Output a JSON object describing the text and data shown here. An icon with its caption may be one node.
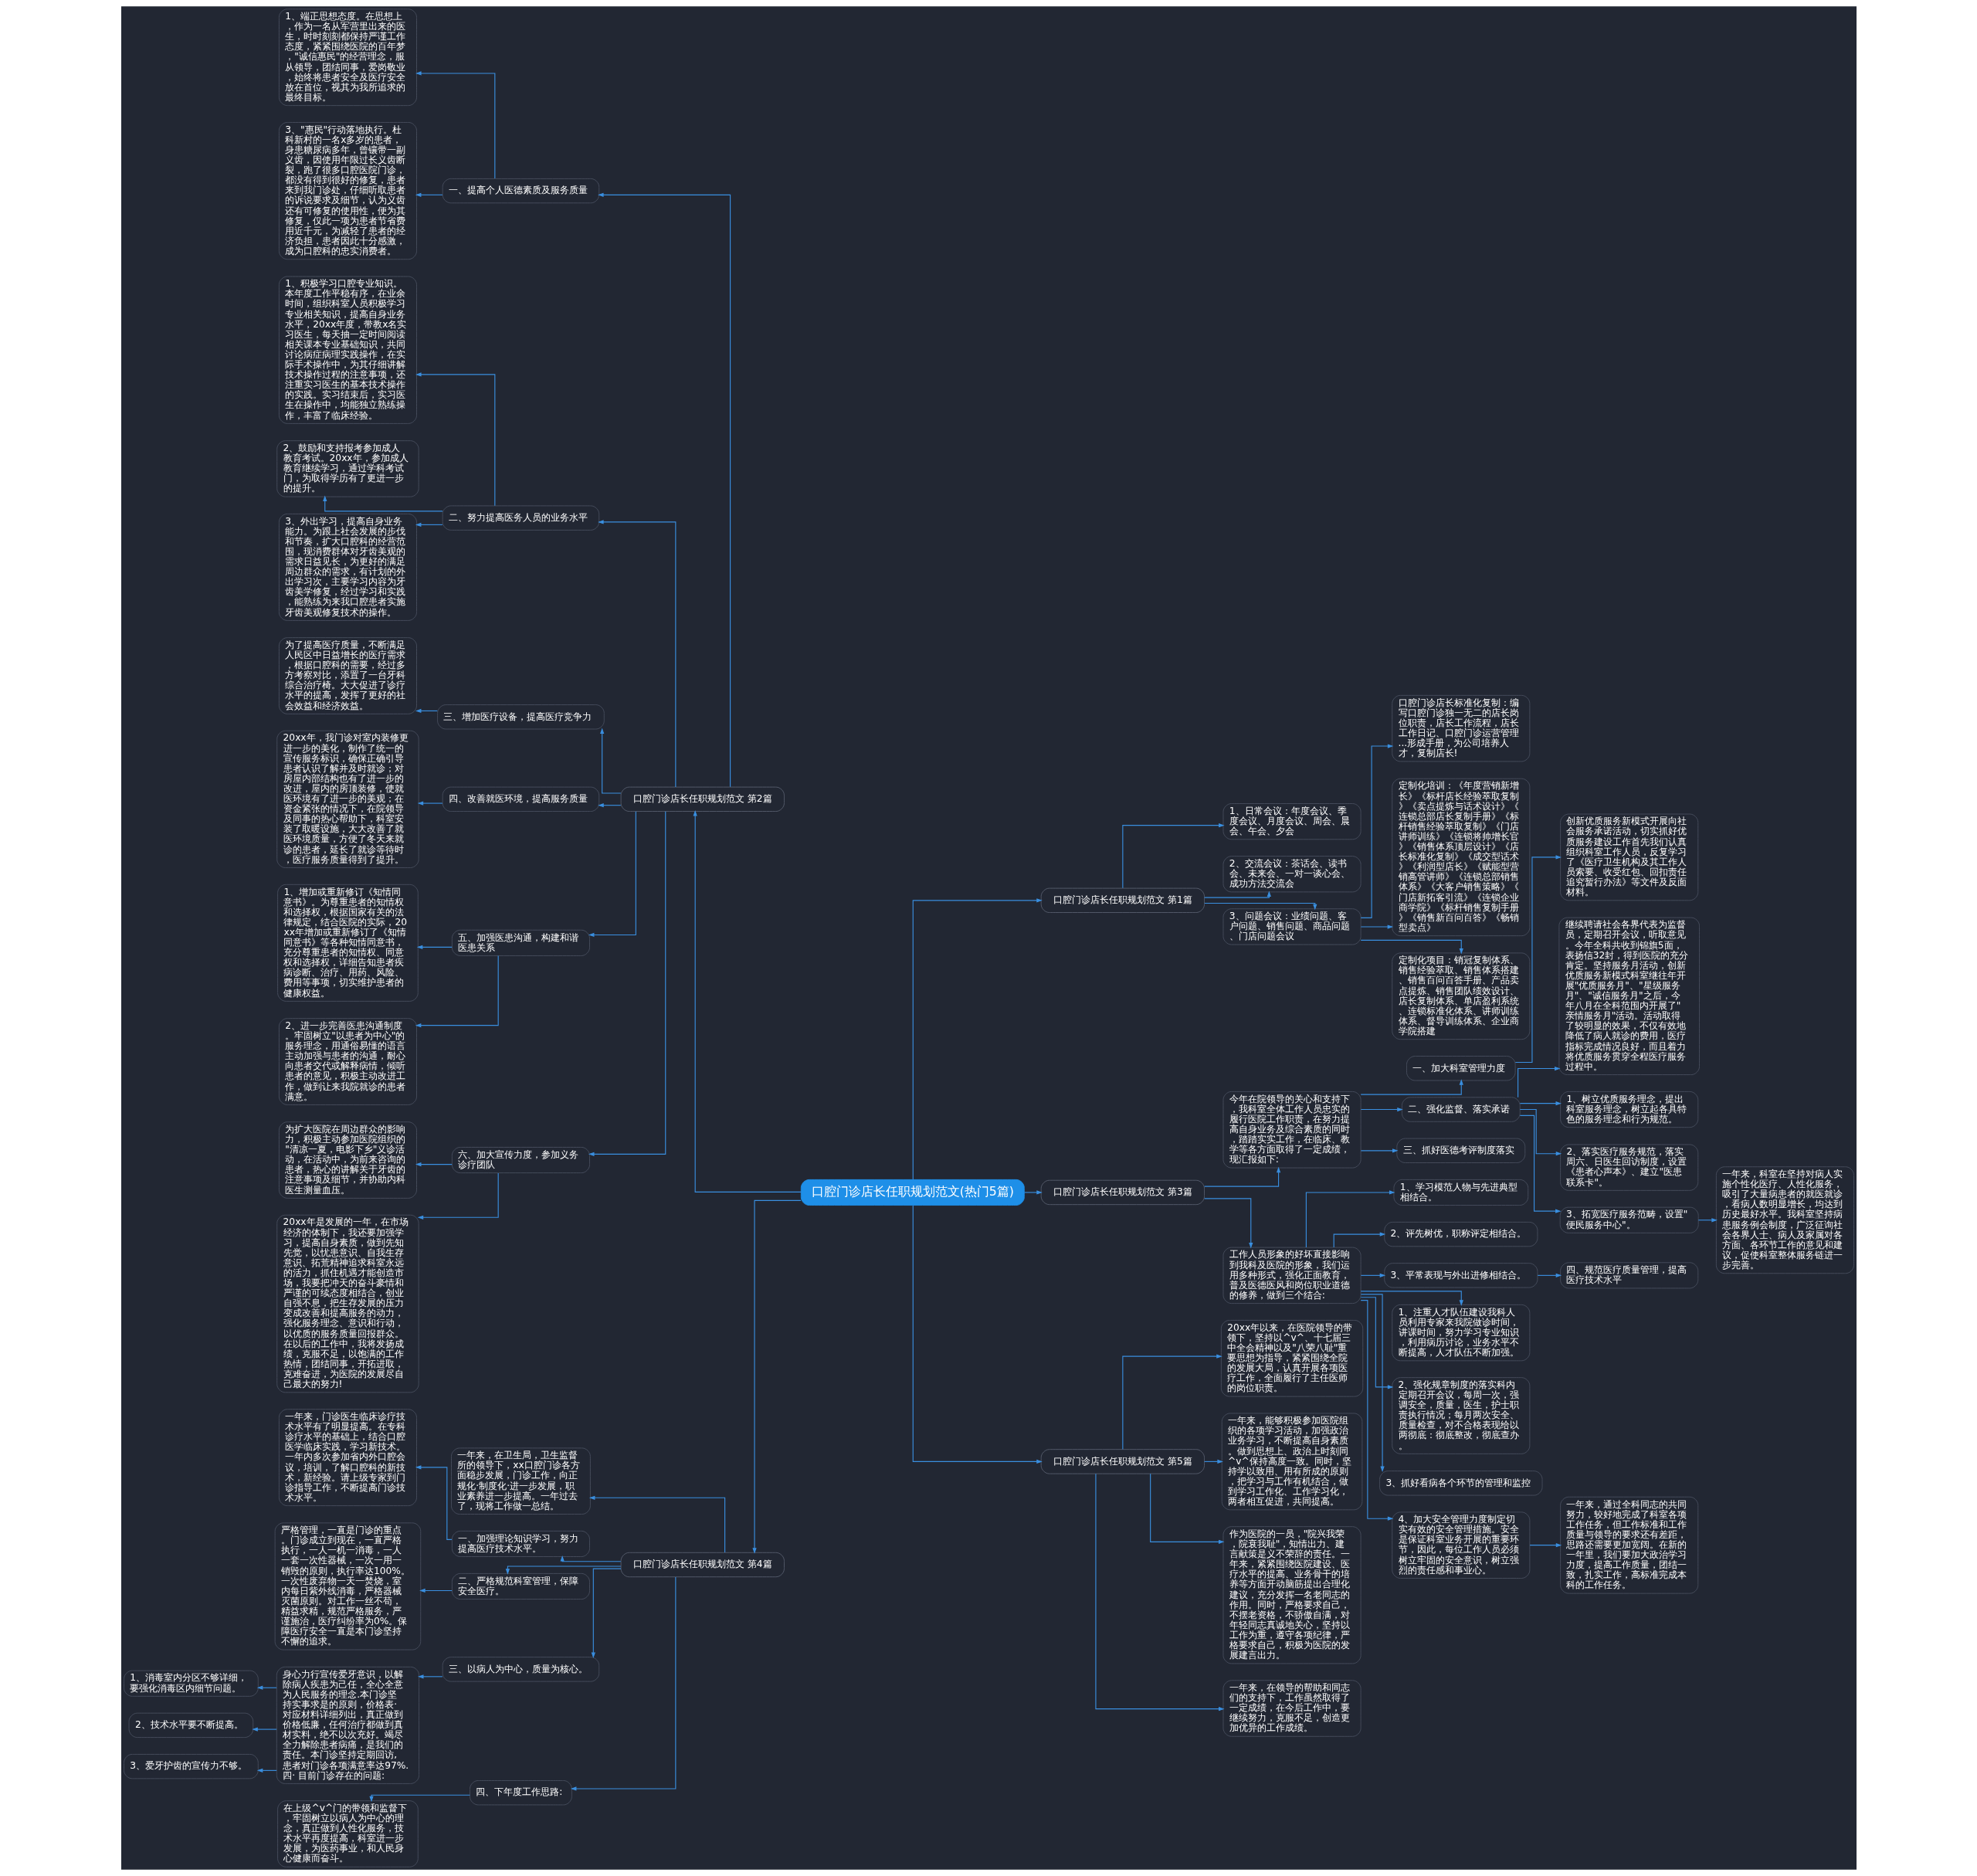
{
  "diagram": {
    "nodes": [
      {
        "text": [
          "口腔门诊店长任职规划范文(热门5篇)"
        ]
      },
      {
        "text": [
          "口腔门诊店长任职规划范文 第1篇"
        ]
      },
      {
        "text": [
          "1、日常会议：年度会议、季度会议、月度会议、周会、晨会、午会、夕会"
        ]
      },
      {
        "text": [
          "2、交流会议：茶话会、读书会、未来会、一对一谈心会、成功方法交流会"
        ]
      },
      {
        "text": [
          "3、问题会议：业绩问题、客户问题、销售问题、商品问题、门店问题会议"
        ]
      },
      {
        "text": [
          "口腔门诊店长标准化复制：编写口腔门诊独一无二的店长岗位职责，店长工作流程，店长工作日记、口腔门诊运营管理...形成手册，为公司培养人才，复制店长!"
        ]
      },
      {
        "text": [
          "定制化培训：《年度营销新增长》《标杆店长经验萃取复制》《卖点提炼与话术设计》《连锁总部店长复制手册》《标杆销售经验萃取复制》《门店讲师训练》《连锁将帅增长官》《销售体系顶层设计》《店长标准化复制》《成交型话术》《利润型店长》《赋能型营销高管讲师》《连锁总部销售体系》《大客户销售策略》《门店新拓客引流》《连锁企业商学院》《标杆销售复制手册》《销售新百问百答》《畅销型卖点》"
        ]
      },
      {
        "text": [
          "定制化项目：销冠复制体系、销售经验萃取、销售体系搭建、销售百问百答手册、产品卖点提炼、销售团队绩效设计、店长复制体系、单店盈利系统、连锁标准化体系、讲师训练体系、督导训练体系、企业商学院搭建"
        ]
      },
      {
        "text": [
          "口腔门诊店长任职规划范文 第2篇"
        ]
      },
      {
        "text": [
          "一、提高个人医德素质及服务质量"
        ]
      },
      {
        "text": [
          "1、端正思想态度。在思想上，作为一名从军营里出来的医生，时时刻刻都保持严谨工作态度，紧紧围绕医院的百年梦，\"诚信惠民\"的经营理念，服从领导，团结同事，爱岗敬业，始终将患者安全及医疗安全放在首位，视其为我所追求的最终目标。"
        ]
      },
      {
        "text": [
          "3、\"惠民\"行动落地执行。杜科新村的一名x多岁的患者，身患糖尿病多年，曾镶带一副义齿，因使用年限过长义齿断裂，跑了很多口腔医院门诊，都没有得到很好的修复，患者来到我门诊处，仔细听取患者的诉说要求及细节，认为义齿还有可修复的使用性，便为其修复，仅此一项为患者节省费用近千元，为减轻了患者的经济负担，患者因此十分感激，成为口腔科的忠实消费者。"
        ]
      },
      {
        "text": [
          "二、努力提高医务人员的业务水平"
        ]
      },
      {
        "text": [
          "1、积极学习口腔专业知识。本年度工作平稳有序，在业余时间，组织科室人员积极学习专业相关知识，提高自身业务水平，20xx年度，带教x名实习医生，每天抽一定时间阅读相关课本专业基础知识，共同讨论病症病理实践操作，在实际手术操作中，为其仔细讲解技术操作过程的注意事项，还注重实习医生的基本技术操作的实践。实习结束后，实习医生在操作中，均能独立熟练操作，丰富了临床经验。"
        ]
      },
      {
        "text": [
          "2、鼓励和支持报考参加成人教育考试。20xx年，参加成人教育继续学习，通过学科考试门，为取得学历有了更进一步的提升。"
        ]
      },
      {
        "text": [
          "3、外出学习，提高自身业务能力。为跟上社会发展的步伐和节奏，扩大口腔科的经营范围，现消费群体对牙齿美观的需求日益见长，为更好的满足周边群众的需求，有计划的外出学习次，主要学习内容为牙齿美学修复，经过学习和实践，能熟练为来我口腔患者实施牙齿美观修复技术的操作。"
        ]
      },
      {
        "text": [
          "三、增加医疗设备，提高医疗竞争力"
        ]
      },
      {
        "text": [
          "为了提高医疗质量，不断满足人民区中日益增长的医疗需求，根据口腔科的需要，经过多方考察对比，添置了一台牙科综合治疗椅。大大促进了诊疗水平的提高，发挥了更好的社会效益和经济效益。"
        ]
      },
      {
        "text": [
          "四、改善就医环境，提高服务质量"
        ]
      },
      {
        "text": [
          "20xx年，我门诊对室内装修更进一步的美化，制作了统一的宣传服务标识，确保正确引导患者认识了解并及时就诊；对房屋内部结构也有了进一步的改进，屋内的房顶装修，使就医环境有了进一步的美观；在资金紧张的情况下，在院领导及同事的热心帮助下，科室安装了取暖设施，大大改善了就医环境质量，方便了冬天来就诊的患者，延长了就诊等待时，医疗服务质量得到了提升。"
        ]
      },
      {
        "text": [
          "五、加强医患沟通，构建和谐医患关系"
        ]
      },
      {
        "text": [
          "1、增加或重新修订《知情同意书》。为尊重患者的知情权和选择权，根据国家有关的法律规定，结合医院的实际，20xx年增加或重新修订了《知情同意书》等各种知情同意书，充分尊重患者的知情权、同意权和选择权，详细告知患者疾病诊断、治疗、用药、风险、费用等事项，切实维护患者的健康权益。"
        ]
      },
      {
        "text": [
          "2、进一步完善医患沟通制度。牢固树立\"以患者为中心\"的服务理念，用通俗易懂的语言主动加强与患者的沟通，耐心向患者交代或解释病情，倾听患者的意见，积极主动改进工作，做到让来我院就诊的患者满意。"
        ]
      },
      {
        "text": [
          "六、加大宣传力度，参加义务诊疗团队"
        ]
      },
      {
        "text": [
          "为扩大医院在周边群众的影响力，积极主动参加医院组织的\"清凉一夏，电影下乡\"义诊活动，在活动中，为前来咨询的患者，热心的讲解关于牙齿的注意事项及细节，并协助内科医生测量血压。"
        ]
      },
      {
        "text": [
          "20xx年是发展的一年，在市场经济的体制下，我还要加强学习，提高自身素质，做到先知先觉，以忧患意识、自我生存意识、拓荒精神追求科室永远的活力，抓住机遇才能创造市场，我要把冲天的奋斗豪情和严谨的可续态度相结合，创业自强不息，把生存发展的压力变成改善和提高服务的动力，强化服务理念、意识和行动，以优质的服务质量回报群众。在以后的工作中，我将发扬成绩，克服不足，以饱满的工作热情，团结同事，开拓进取，克难奋进，为医院的发展尽自己最大的努力!"
        ]
      },
      {
        "text": [
          "口腔门诊店长任职规划范文 第3篇"
        ]
      },
      {
        "text": [
          "今年在院领导的关心和支持下，我科室全体工作人员忠实的履行医院工作职责，在努力提高自身业务及综合素质的同时，踏踏实实工作，在临床、教学等各方面取得了一定成绩，现汇报如下:"
        ]
      },
      {
        "text": [
          "一、加大科室管理力度"
        ]
      },
      {
        "text": [
          "创新优质服务新模式开展向社会服务承诺活动，切实抓好优质服务建设工作首先我们认真组织科室工作人员，反复学习了《医疗卫生机构及其工作人员索要、收受红包、回扣责任追究暂行办法》等文件及反面材料。"
        ]
      },
      {
        "text": [
          "二、强化监督、落实承诺"
        ]
      },
      {
        "text": [
          "继续聘请社会各界代表为监督员，定期召开会议，听取意见。今年全科共收到锦旗5面，表扬信32封，得到医院的充分肯定。坚持服务月活动，创新优质服务新模式科室继往年开展\"优质服务月\"、\"星级服务月\"、\"诚信服务月\"之后，今年八月在全科范围内开展了\"亲情服务月\"活动。活动取得了较明显的效果，不仅有效地降低了病人就诊的费用，医疗指标完成情况良好，而且着力将优质服务贯穿全程医疗服务过程中。"
        ]
      },
      {
        "text": [
          "1、树立优质服务理念，提出科室服务理念，树立起各具特色的服务理念和行为规范。"
        ]
      },
      {
        "text": [
          "2、落实医疗服务规范，落实周六、日医生回访制度，设置《患者心声本》、建立\"医患联系卡\"。"
        ]
      },
      {
        "text": [
          "3、拓宽医疗服务范畴，设置\"便民服务中心\"。"
        ]
      },
      {
        "text": [
          "一年来，科室在坚持对病人实施个性化医疗、人性化服务，吸引了大量病患者的就医就诊，看病人数明显增长，均达到历史最好水平。我科室坚持病患服务例会制度，广泛征询社会各界人士、病人及家属对各方面、各环节工作的意见和建议，促使科室整体服务链进一步完善。"
        ]
      },
      {
        "text": [
          "三、抓好医德考评制度落实"
        ]
      },
      {
        "text": [
          "工作人员形象的好坏直接影响到我科及医院的形象，我们运用多种形式，强化正面教育，普及医德医风和岗位职业道德的修养，做到三个结合:"
        ]
      },
      {
        "text": [
          "1、学习模范人物与先进典型相结合。"
        ]
      },
      {
        "text": [
          "2、评先树优，职称评定相结合。"
        ]
      },
      {
        "text": [
          "3、平常表现与外出进修相结合。"
        ]
      },
      {
        "text": [
          "四、规范医疗质量管理，提高医疗技术水平"
        ]
      },
      {
        "text": [
          "1、注重人才队伍建设我科人员利用专家来我院做诊时间，讲课时间，努力学习专业知识，利用病历讨论，业务水平不断提高，人才队伍不断加强。"
        ]
      },
      {
        "text": [
          "2、强化规章制度的落实科内定期召开会议，每周一次，强调安全，质量，医生，护士职责执行情况；每月两次安全、质量检查，对不合格表现给以两彻底：彻底整改，彻底查办。"
        ]
      },
      {
        "text": [
          "3、抓好看病各个环节的管理和监控"
        ]
      },
      {
        "text": [
          "4、加大安全管理力度制定切实有效的安全管理措施。安全是保证科室业务开展的重要环节，因此，每位工作人员必须树立牢固的安全意识，树立强烈的责任感和事业心。"
        ]
      },
      {
        "text": [
          "一年来，通过全科同志的共同努力，较好地完成了科室各项工作任务，但工作标准和工作质量与领导的要求还有差距，思路还需要更加宽阔。在新的一年里，我们要加大政治学习力度，提高工作质量，团结一致，扎实工作，高标准完成本科的工作任务。"
        ]
      },
      {
        "text": [
          "口腔门诊店长任职规划范文 第4篇"
        ]
      },
      {
        "text": [
          "一年来，在卫生局，卫生监督所的领导下，xx口腔门诊各方面稳步发展，门诊工作，向正规化·制度化·进一步发展，职业素养进一步提高。一年过去了，现将工作做一总结。"
        ]
      },
      {
        "text": [
          "一、加强理论知识学习，努力提高医疗技术水平。"
        ]
      },
      {
        "text": [
          "一年来，门诊医生临床诊疗技术水平有了明显提高。在专科诊疗水平的基础上，结合口腔医学临床实践，学习新技术。一年内多次参加省内外口腔会议，培训，了解口腔科的新技术，新经验。请上级专家到门诊指导工作，不断提高门诊技术水平。"
        ]
      },
      {
        "text": [
          "二、严格规范科室管理，保障安全医疗。"
        ]
      },
      {
        "text": [
          "严格管理，一直是门诊的重点。门诊成立到现在，一直严格执行，一人一机一消毒，一人一套一次性器械，一次一用一销毁的原则，执行率达100%。一次性废弃物一天一焚烧，室内每日紫外线消毒，严格器械灭菌原则。对工作一丝不苟，精益求精，规范严格服务，严谨施治，医疗纠纷率为0%。保障医疗安全一直是本门诊坚持不懈的追求。"
        ]
      },
      {
        "text": [
          "三、以病人为中心，质量为核心。"
        ]
      },
      {
        "text": [
          "身心力行宣传爱牙意识，以解除病人疾患为己任，全心全意为人民服务的理念.本门诊坚持实事求是的原则，价格表·对应材料详细列出，真正做到价格低廉，任何治疗都做到真材实料，绝不以次充好。竭尽全力解除患者病痛，是我们的责任。本门诊坚持定期回访,患者对门诊各项满意率达97%.四· 目前门诊存在的问题:"
        ]
      },
      {
        "text": [
          "1、消毒室内分区不够详细，要强化消毒区内细节问题。"
        ]
      },
      {
        "text": [
          "2、技术水平要不断提高。"
        ]
      },
      {
        "text": [
          "3、爱牙护齿的宣传力不够。"
        ]
      },
      {
        "text": [
          "四、下年度工作思路:"
        ]
      },
      {
        "text": [
          "在上级^v^门的带领和监督下，牢固树立以病人为中心的理念，真正做到人性化服务，技术水平再度提高，科室进一步发展，为医药事业，和人民身心健康而奋斗。"
        ]
      },
      {
        "text": [
          "口腔门诊店长任职规划范文 第5篇"
        ]
      },
      {
        "text": [
          "20xx年以来，在医院领导的带领下，坚持以^v^、十七届三中全会精神以及\"八荣八耻\"重要思想为指导，紧紧围绕全院的发展大局，认真开展各项医疗工作，全面履行了主任医师的岗位职责。"
        ]
      },
      {
        "text": [
          "一年来，能够积极参加医院组织的各项学习活动，加强政治业务学习，不断提高自身素质。做到思想上、政治上时刻同^v^保持高度一致。同时，坚持学以致用、用有所成的原则，把学习与工作有机结合，做到学习工作化、工作学习化，两者相互促进，共同提高。"
        ]
      },
      {
        "text": [
          "作为医院的一员，\"院兴我荣，院衰我耻\"，知情出力、建言献策是义不荣辞的责任。一年来，紧紧围绕医院建设、医疗水平的提高、业务骨干的培养等方面开动脑筋提出合理化建议，充分发挥一名老同志的作用。同时，严格要求自己，不摆老资格，不骄傲自满，对年轻同志真诚地关心，坚持以工作为重，遵守各项纪律，严格要求自己，积极为医院的发展建言出力。"
        ]
      },
      {
        "text": [
          "一年来，在领导的帮助和同志们的支持下，工作虽然取得了一定成绩，在今后工作中，要继续努力，克服不足，创造更加优异的工作成绩。"
        ]
      }
    ],
    "edges": [
      {
        "from": 0,
        "to": 1,
        "arrow": "to"
      },
      {
        "from": 1,
        "to": 2,
        "arrow": "to"
      },
      {
        "from": 1,
        "to": 3,
        "arrow": "to"
      },
      {
        "from": 1,
        "to": 4,
        "arrow": "to"
      },
      {
        "from": 4,
        "to": 5,
        "arrow": "to"
      },
      {
        "from": 4,
        "to": 6,
        "arrow": "to"
      },
      {
        "from": 4,
        "to": 7,
        "arrow": "to"
      },
      {
        "from": 0,
        "to": 8,
        "arrow": "to"
      },
      {
        "from": 8,
        "to": 9,
        "arrow": "to"
      },
      {
        "from": 9,
        "to": 10,
        "arrow": "to"
      },
      {
        "from": 9,
        "to": 11,
        "arrow": "to"
      },
      {
        "from": 8,
        "to": 12,
        "arrow": "to"
      },
      {
        "from": 12,
        "to": 13,
        "arrow": "to"
      },
      {
        "from": 12,
        "to": 14,
        "arrow": "to"
      },
      {
        "from": 12,
        "to": 15,
        "arrow": "to"
      },
      {
        "from": 8,
        "to": 16,
        "arrow": "to"
      },
      {
        "from": 16,
        "to": 17,
        "arrow": "to"
      },
      {
        "from": 8,
        "to": 18,
        "arrow": "to"
      },
      {
        "from": 18,
        "to": 19,
        "arrow": "to"
      },
      {
        "from": 8,
        "to": 20,
        "arrow": "to"
      },
      {
        "from": 20,
        "to": 21,
        "arrow": "to"
      },
      {
        "from": 20,
        "to": 22,
        "arrow": "to"
      },
      {
        "from": 8,
        "to": 23,
        "arrow": "to"
      },
      {
        "from": 23,
        "to": 24,
        "arrow": "to"
      },
      {
        "from": 23,
        "to": 25,
        "arrow": "to"
      },
      {
        "from": 0,
        "to": 26,
        "arrow": "to"
      },
      {
        "from": 26,
        "to": 27,
        "arrow": "to"
      },
      {
        "from": 27,
        "to": 28,
        "arrow": "to"
      },
      {
        "from": 28,
        "to": 29,
        "arrow": "to"
      },
      {
        "from": 27,
        "to": 30,
        "arrow": "to"
      },
      {
        "from": 30,
        "to": 31,
        "arrow": "to"
      },
      {
        "from": 30,
        "to": 32,
        "arrow": "to"
      },
      {
        "from": 30,
        "to": 33,
        "arrow": "to"
      },
      {
        "from": 30,
        "to": 34,
        "arrow": "to"
      },
      {
        "from": 34,
        "to": 35,
        "arrow": "to"
      },
      {
        "from": 27,
        "to": 36,
        "arrow": "to"
      },
      {
        "from": 26,
        "to": 37,
        "arrow": "to"
      },
      {
        "from": 37,
        "to": 38,
        "arrow": "to"
      },
      {
        "from": 37,
        "to": 39,
        "arrow": "to"
      },
      {
        "from": 37,
        "to": 40,
        "arrow": "to"
      },
      {
        "from": 40,
        "to": 41,
        "arrow": "to"
      },
      {
        "from": 37,
        "to": 42,
        "arrow": "to"
      },
      {
        "from": 37,
        "to": 43,
        "arrow": "to"
      },
      {
        "from": 37,
        "to": 44,
        "arrow": "to"
      },
      {
        "from": 37,
        "to": 45,
        "arrow": "to"
      },
      {
        "from": 45,
        "to": 46,
        "arrow": "to"
      },
      {
        "from": 0,
        "to": 47,
        "arrow": "to"
      },
      {
        "from": 47,
        "to": 48,
        "arrow": "to"
      },
      {
        "from": 47,
        "to": 49,
        "arrow": "to"
      },
      {
        "from": 49,
        "to": 50,
        "arrow": "to"
      },
      {
        "from": 47,
        "to": 51,
        "arrow": "to"
      },
      {
        "from": 51,
        "to": 52,
        "arrow": "to"
      },
      {
        "from": 47,
        "to": 53,
        "arrow": "to"
      },
      {
        "from": 53,
        "to": 54,
        "arrow": "to"
      },
      {
        "from": 54,
        "to": 55,
        "arrow": "to"
      },
      {
        "from": 54,
        "to": 56,
        "arrow": "to"
      },
      {
        "from": 54,
        "to": 57,
        "arrow": "to"
      },
      {
        "from": 47,
        "to": 58,
        "arrow": "to"
      },
      {
        "from": 58,
        "to": 59,
        "arrow": "to"
      },
      {
        "from": 0,
        "to": 60,
        "arrow": "to"
      },
      {
        "from": 60,
        "to": 61,
        "arrow": "to"
      },
      {
        "from": 60,
        "to": 62,
        "arrow": "to"
      },
      {
        "from": 60,
        "to": 63,
        "arrow": "to"
      },
      {
        "from": 60,
        "to": 64,
        "arrow": "to"
      }
    ]
  }
}
